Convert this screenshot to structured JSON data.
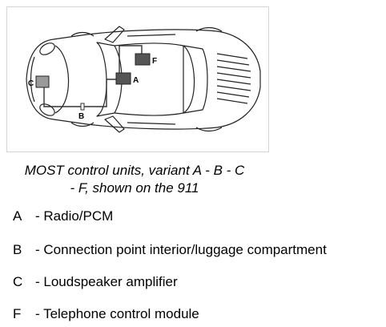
{
  "diagram": {
    "labels": {
      "a": "A",
      "b": "B",
      "c": "C",
      "f": "F"
    },
    "colors": {
      "outline": "#222222",
      "module_dark": "#555555",
      "module_light": "#9a9a9a",
      "wire": "#333333",
      "frame": "#d4d4d4"
    }
  },
  "caption": {
    "line1": "MOST control units, variant A - B - C",
    "line2": "- F, shown on the 911"
  },
  "legend": [
    {
      "key": "A",
      "description": "- Radio/PCM"
    },
    {
      "key": "B",
      "description": "- Connection point interior/luggage compartment"
    },
    {
      "key": "C",
      "description": "- Loudspeaker amplifier"
    },
    {
      "key": "F",
      "description": "- Telephone control module"
    }
  ]
}
